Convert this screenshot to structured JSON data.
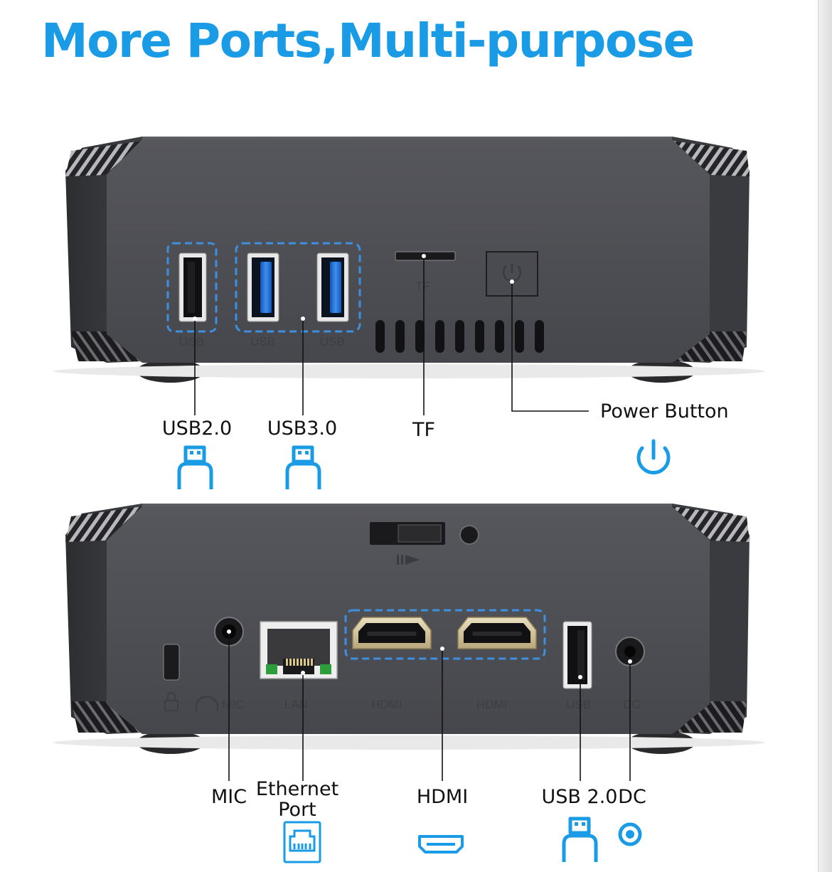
{
  "headline": "More Ports,Multi-purpose",
  "front_panel": {
    "callouts": {
      "usb2": "USB2.0",
      "usb3": "USB3.0",
      "tf": "TF",
      "power": "Power Button"
    },
    "engraved": {
      "usb_a": "USB",
      "usb_b": "USB",
      "usb_c": "USB",
      "tf": "TF"
    }
  },
  "rear_panel": {
    "callouts": {
      "mic": "MIC",
      "ethernet_line1": "Ethernet",
      "ethernet_line2": "Port",
      "hdmi": "HDMI",
      "usb": "USB 2.0",
      "dc": "DC"
    },
    "engraved": {
      "mic": "MIC",
      "lan": "LAN",
      "hdmi_1": "HDMI",
      "hdmi_2": "HDMI",
      "usb": "USB",
      "dc": "DC"
    }
  },
  "colors": {
    "accent": "#1a9be6",
    "device": "#4d4e53",
    "usb3_blue": "#1e72d8"
  },
  "icons": [
    "usb-icon",
    "power-icon",
    "ethernet-icon",
    "hdmi-icon",
    "dc-icon",
    "lock-icon",
    "headphone-icon"
  ]
}
